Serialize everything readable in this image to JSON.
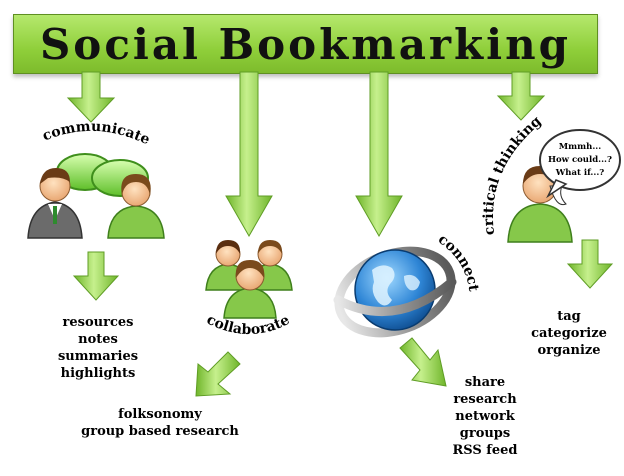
{
  "title": "Social Bookmarking",
  "nodes": {
    "communicate": {
      "label": "communicate",
      "items": [
        "resources",
        "notes",
        "summaries",
        "highlights"
      ]
    },
    "collaborate": {
      "label": "collaborate",
      "items": [
        "folksonomy",
        "group based research"
      ]
    },
    "connect": {
      "label": "connect",
      "items": [
        "share",
        "research",
        "network",
        "groups",
        "RSS feed"
      ]
    },
    "critical_thinking": {
      "label": "critical thinking",
      "bubble": [
        "Mmmh...",
        "How could...?",
        "What if...?"
      ],
      "items": [
        "tag",
        "categorize",
        "organize"
      ]
    }
  },
  "colors": {
    "banner": "#8fcf3a",
    "arrow": "#8ccc3f",
    "text": "#000000"
  }
}
